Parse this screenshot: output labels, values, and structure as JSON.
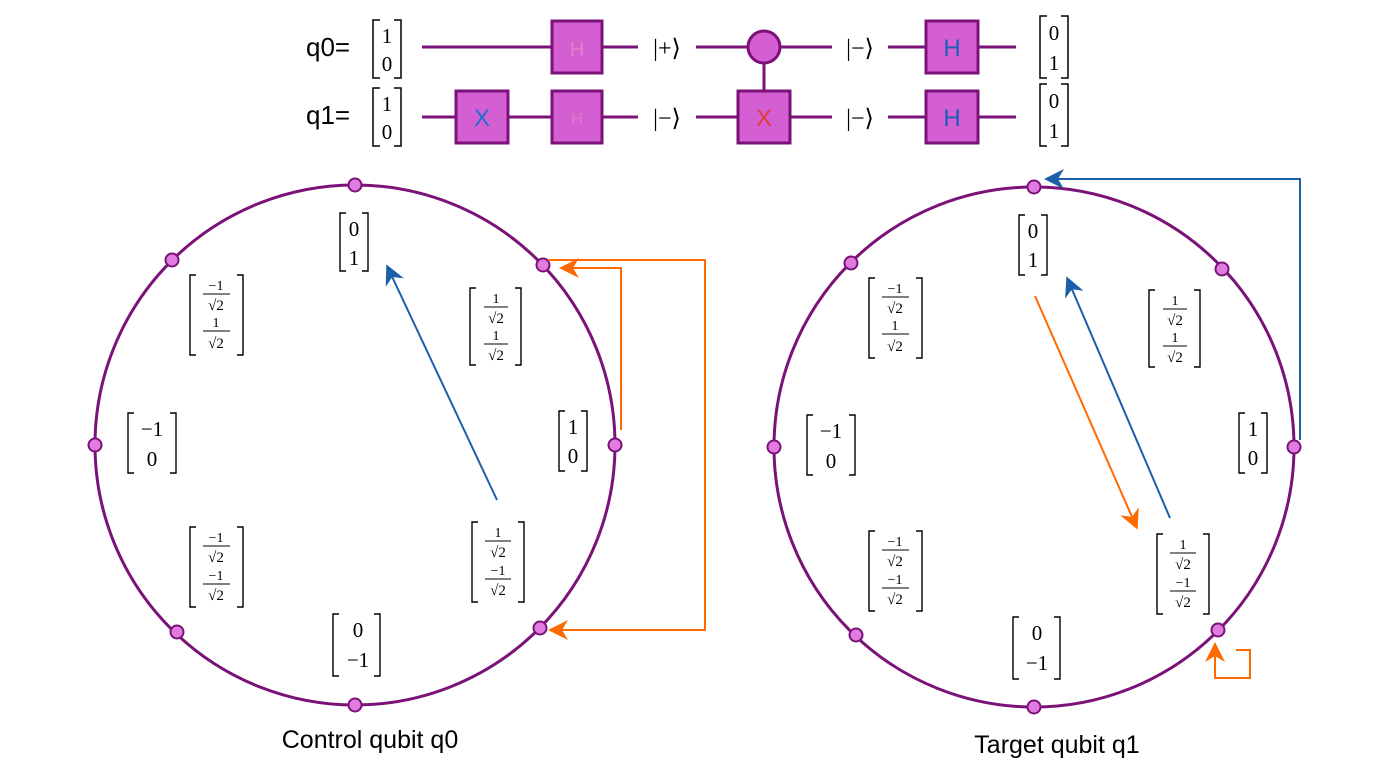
{
  "colors": {
    "wire": "#7b1278",
    "gate_fill": "#d35fd3",
    "gate_stroke": "#7b1278",
    "gate_text": "#1f6fd0",
    "h_text": "#1a5fb4",
    "orange": "#ff6a00",
    "blue": "#1a5fa8",
    "dot_fill": "#e07be0"
  },
  "circuit": {
    "q0_label": "q0=",
    "q1_label": "q1=",
    "q0_init": [
      "1",
      "0"
    ],
    "q1_init": [
      "1",
      "0"
    ],
    "x_gate": "X",
    "h_gate": "H",
    "cnot_target": "X",
    "q0_after_h": "|+⟩",
    "q1_after_h": "|−⟩",
    "q0_after_cnot": "|−⟩",
    "q1_after_cnot": "|−⟩",
    "q0_final": [
      "0",
      "1"
    ],
    "q1_final": [
      "0",
      "1"
    ]
  },
  "circles": {
    "left_caption": "Control qubit q0",
    "right_caption": "Target qubit q1",
    "states": {
      "top": [
        "0",
        "1"
      ],
      "right": [
        "1",
        "0"
      ],
      "bottom": [
        "0",
        "−1"
      ],
      "left": [
        "−1",
        "0"
      ]
    },
    "frac": {
      "one": "1",
      "neg_one": "−1",
      "sqrt": "√2"
    }
  }
}
